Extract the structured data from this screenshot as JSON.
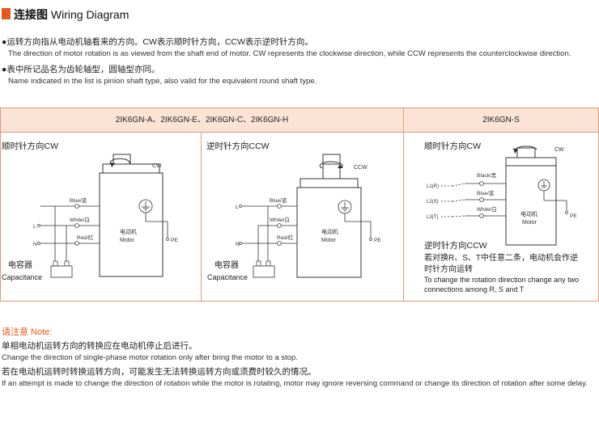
{
  "header": {
    "title_cn": "连接图",
    "title_en": "Wiring Diagram",
    "accent": "#e35a1c"
  },
  "intro": [
    "●运转方向指从电动机轴看来的方向。CW表示顺时针方向，CCW表示逆时针方向。",
    "The direction of motor rotation is as viewed from the shaft end of motor. CW represents the clockwise direction, while CCW represents the counterclockwise direction.",
    "●表中所记品名为齿轮轴型，圆轴型亦同。",
    "Name indicated in the list is pinion shaft type, also valid for the equivalent round shaft type."
  ],
  "table": {
    "header_left": "2IK6GN-A、2IK6GN-E、2IK6GN-C、2IK6GN-H",
    "header_right": "2IK6GN-S",
    "header_bg": "#fbe4d6",
    "border": "#e09b7a",
    "panel1": {
      "title": "顺时针方向CW",
      "rotation": "CW",
      "blue": "Blue/蓝",
      "white": "White/白",
      "red": "Red/红",
      "L": "L",
      "N": "N",
      "motor_cn": "电动机",
      "motor_en": "Motor",
      "pe": "PE",
      "cap_cn": "电容器",
      "cap_en": "Capacitance"
    },
    "panel2": {
      "title": "逆时针方向CCW",
      "rotation": "CCW",
      "blue": "Blue/蓝",
      "white": "White/白",
      "red": "Red/红",
      "L": "L",
      "N": "N",
      "motor_cn": "电动机",
      "motor_en": "Motor",
      "pe": "PE",
      "cap_cn": "电容器",
      "cap_en": "Capacitance"
    },
    "panel3": {
      "title": "顺时针方向CW",
      "rotation": "CW",
      "black": "Black/黑",
      "blue": "Blue/蓝",
      "white": "White/白",
      "L1": "L1(R)",
      "L2": "L2(S)",
      "L3": "L3(T)",
      "motor_cn": "电动机",
      "motor_en": "Motor",
      "pe": "PE",
      "ccw_title": "逆时针方向CCW",
      "ccw_cn1": "若对换R、S、T中任意二条，电动机会作逆",
      "ccw_cn2": "时针方向运转",
      "ccw_en1": "To change the rotation direction change any two",
      "ccw_en2": "connections among R, S and T"
    }
  },
  "notes": {
    "title": "请注意 Note:",
    "lines": [
      "单相电动机运转方向的转换应在电动机停止后进行。",
      "Change the direction of single-phase motor rotation only after bring the motor to a stop.",
      "若在电动机运转时转换运转方向，可能发生无法转换运转方向或须费时较久的情况。",
      "If an attempt is made to change the direction of rotation while the motor is rotating, motor may ignore reversing command or change its direction of rotation after some delay."
    ]
  }
}
